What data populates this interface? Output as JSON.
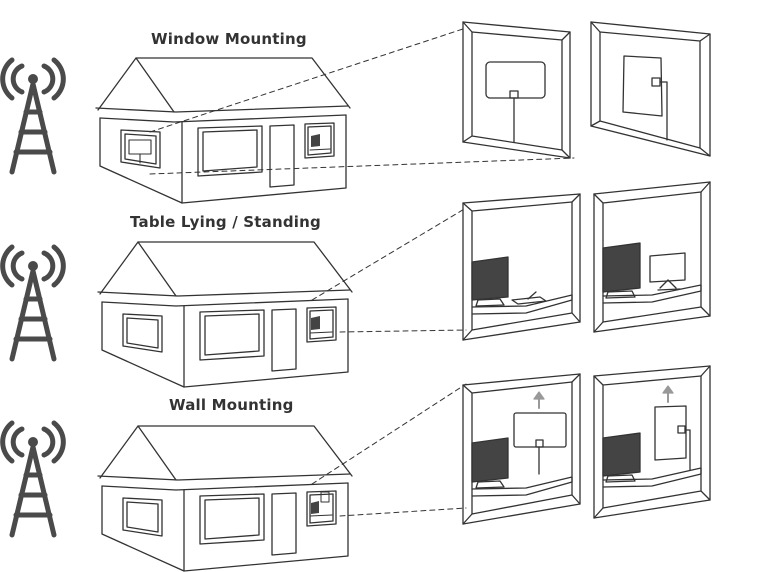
{
  "sections": [
    {
      "title": "Window Mounting"
    },
    {
      "title": "Table Lying / Standing"
    },
    {
      "title": "Wall Mounting"
    }
  ],
  "colors": {
    "line": "#333333",
    "tower": "#4a4a4a",
    "screen": "#444444",
    "arrow": "#999999"
  },
  "icons": [
    "signal-tower-icon",
    "house-icon",
    "flat-antenna-icon",
    "tv-icon"
  ]
}
